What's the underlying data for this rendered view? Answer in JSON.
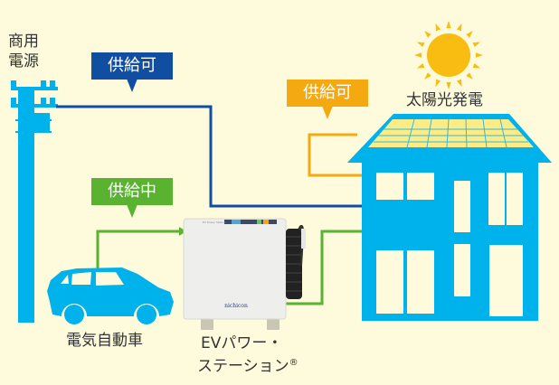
{
  "title": "EVパワー・ステーション 電力供給図",
  "colors": {
    "background": "#fefbdc",
    "grid_line": "#0f4ea1",
    "solar_line": "#f3a90f",
    "ev_line": "#59b230",
    "house_blue": "#00b2ec",
    "sun": "#f9bd12",
    "panel": "#fbec88"
  },
  "nodes": {
    "utility_power": {
      "label_line1": "商用",
      "label_line2": "電源",
      "icon": "utility-pole-icon"
    },
    "solar": {
      "label": "太陽光発電",
      "icon": "sun-icon"
    },
    "ev": {
      "label": "電気自動車",
      "icon": "car-icon"
    },
    "station": {
      "label_line1": "EVパワー・",
      "label_line2": "ステーション",
      "trademark": "®",
      "brand": "nichicon",
      "icon": "ev-power-station-icon"
    },
    "house": {
      "icon": "house-icon"
    }
  },
  "flows": [
    {
      "from": "utility_power",
      "to": "house",
      "status": "供給可",
      "color": "#0f4ea1"
    },
    {
      "from": "solar",
      "to": "house",
      "status": "供給可",
      "color": "#f3a90f"
    },
    {
      "from": "ev",
      "to": "station",
      "status": "供給中",
      "color": "#59b230"
    },
    {
      "from": "station",
      "to": "house",
      "status": "",
      "color": "#59b230"
    }
  ]
}
